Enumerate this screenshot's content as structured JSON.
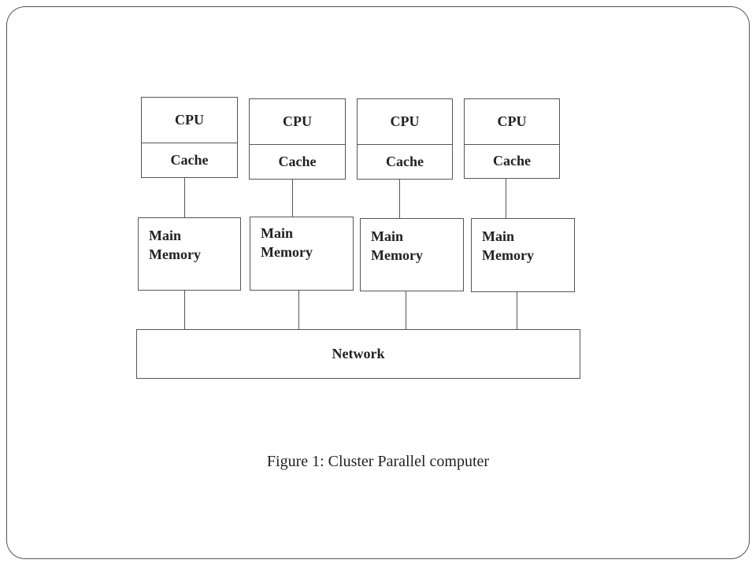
{
  "diagram": {
    "nodes": [
      {
        "cpu": "CPU",
        "cache": "Cache",
        "memory": "Main\nMemory"
      },
      {
        "cpu": "CPU",
        "cache": "Cache",
        "memory": "Main\nMemory"
      },
      {
        "cpu": "CPU",
        "cache": "Cache",
        "memory": "Main\nMemory"
      },
      {
        "cpu": "CPU",
        "cache": "Cache",
        "memory": "Main\nMemory"
      }
    ],
    "network_label": "Network",
    "caption": "Figure 1: Cluster Parallel computer"
  }
}
